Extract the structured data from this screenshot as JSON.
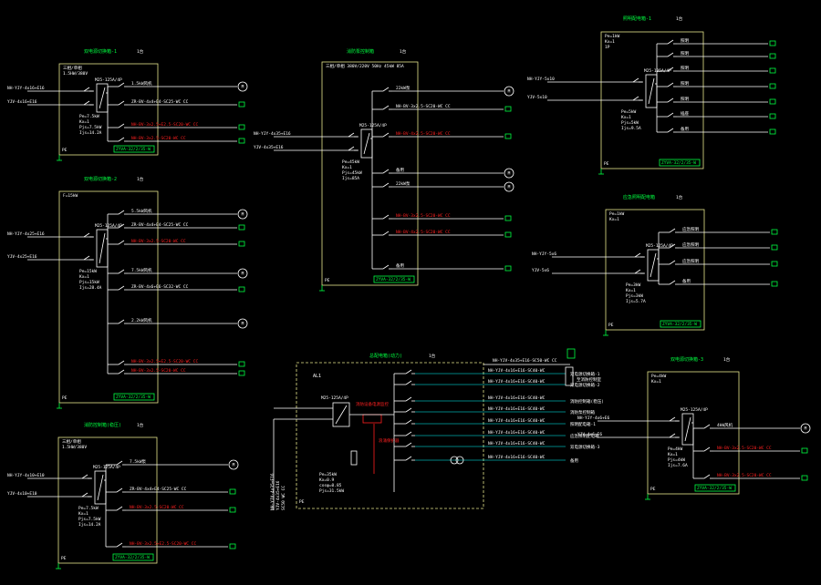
{
  "colors": {
    "background": "#000000",
    "frame": "#e6e68c",
    "wire": "#ffffff",
    "label": "#ffffff",
    "accent_red": "#ff2020",
    "accent_green": "#00ff40",
    "cyan": "#00ffff",
    "dashed_frame": "#e6e68c"
  },
  "panels": [
    {
      "id": "p1",
      "title": "双电源切换箱-1",
      "note": "1台",
      "model_lines": [
        "三相/单相",
        "1.5HW/380V"
      ],
      "rating": [
        "Pe=7.5kW",
        "Kx=1",
        "Pjs=7.5kW",
        "Ijs=14.2A"
      ],
      "breaker": "M25-125A/4P",
      "incoming": [
        "NH-YJY-4x16+E16",
        "YJV-4x16+E16"
      ],
      "outgoing": [
        {
          "label": "1.5kW风机",
          "red": false
        },
        {
          "label": "ZR-BV-4x4+E4-SC25-WC CC",
          "red": false
        },
        {
          "label": "NH-BV-3x2.5+E2.5-SC20-WC CC",
          "red": true
        },
        {
          "label": "NH-BV-3x2.5-SC20-WC CC",
          "red": true
        }
      ],
      "footer": "ZYVA-32/2/35-W",
      "pe": "PE"
    },
    {
      "id": "p2",
      "title": "双电源切换箱-2",
      "note": "1台",
      "model_lines": [
        "F=15kW"
      ],
      "rating": [
        "Pe=15kW",
        "Kx=1",
        "Pjs=15kW",
        "Ijs=28.4A"
      ],
      "breaker": "M25-125A/4P",
      "incoming": [
        "NH-YJY-4x25+E16",
        "YJV-4x25+E16"
      ],
      "outgoing": [
        {
          "label": "5.5kW风机",
          "red": false
        },
        {
          "label": "ZR-BV-4x4+E4-SC25-WC CC",
          "red": false
        },
        {
          "label": "NH-BV-3x2.5-SC20-WC CC",
          "red": true
        },
        {
          "label": "7.5kW风机",
          "red": false
        },
        {
          "label": "ZR-BV-4x6+E6-SC32-WC CC",
          "red": false
        },
        {
          "label": "2.2kW风机",
          "red": false
        },
        {
          "label": "NH-BV-3x2.5+E2.5-SC20-WC CC",
          "red": true
        },
        {
          "label": "NH-BV-3x2.5-SC20-WC CC",
          "red": true
        }
      ],
      "footer": "ZYVA-32/2/35-W",
      "pe": "PE"
    },
    {
      "id": "p3",
      "title": "消防控制箱(稳压)",
      "note": "1台",
      "model_lines": [
        "三相/单相",
        "1.5HW/380V"
      ],
      "rating": [
        "Pe=7.5kW",
        "Kx=1",
        "Pjs=7.5kW",
        "Ijs=14.2A"
      ],
      "breaker": "M25-125A/4P",
      "incoming": [
        "NH-YJY-4x10+E10",
        "YJV-4x10+E10"
      ],
      "outgoing": [
        {
          "label": "7.5kW泵",
          "red": false
        },
        {
          "label": "ZR-BV-4x4+E4-SC25-WC CC",
          "red": false
        },
        {
          "label": "NH-BV-3x2.5-SC20-WC CC",
          "red": true
        },
        {
          "label": "NH-BV-3x2.5+E2.5-SC20-WC CC",
          "red": true
        }
      ],
      "footer": "ZYVA-32/2/35-W",
      "pe": "PE"
    },
    {
      "id": "p4",
      "title": "消防泵控制箱",
      "note": "1台",
      "model_lines": [
        "三相/单相 380V/220V 50Hz 45kW 85A"
      ],
      "rating": [
        "Pe=45kW",
        "Kx=1",
        "Pjs=45kW",
        "Ijs=85A"
      ],
      "breaker": "M25-125A/4P",
      "incoming": [
        "NH-YJY-4x35+E16",
        "YJV-4x35+E16"
      ],
      "outgoing": [
        {
          "label": "22kW泵",
          "red": false
        },
        {
          "label": "NH-BV-3x2.5-SC20-WC CC",
          "red": false
        },
        {
          "label": "NH-BV-4x2.5-SC20-WC CC",
          "red": true
        },
        {
          "label": "备用",
          "red": false
        },
        {
          "label": "22kW泵",
          "red": false
        },
        {
          "label": "NH-BV-3x2.5-SC20-WC CC",
          "red": true
        },
        {
          "label": "NH-BV-4x2.5-SC20-WC CC",
          "red": true
        },
        {
          "label": "备用",
          "red": false
        }
      ],
      "footer": "ZYVA-32/2/35-W",
      "pe": "PE"
    },
    {
      "id": "p5",
      "title": "照明配电箱-1",
      "note": "1台",
      "model_lines": [
        "Pe=1kW",
        "Kx=1",
        "1P"
      ],
      "rating": [
        "Pe=5kW",
        "Kx=1",
        "Pjs=5kW",
        "Ijs=9.5A"
      ],
      "breaker": "M25-125A/4P",
      "incoming": [
        "NH-YJY-5x10",
        "YJV-5x10"
      ],
      "outgoing": [
        {
          "label": "照明",
          "red": false
        },
        {
          "label": "照明",
          "red": false
        },
        {
          "label": "照明",
          "red": false
        },
        {
          "label": "照明",
          "red": false
        },
        {
          "label": "照明",
          "red": false
        },
        {
          "label": "插座",
          "red": false
        },
        {
          "label": "备用",
          "red": false
        }
      ],
      "footer": "ZYVA-32/2/35-W",
      "pe": "PE"
    },
    {
      "id": "p6",
      "title": "应急照明配电箱",
      "note": "1台",
      "model_lines": [
        "Pe=1kW",
        "Kx=1"
      ],
      "rating": [
        "Pe=3kW",
        "Kx=1",
        "Pjs=3kW",
        "Ijs=5.7A"
      ],
      "breaker": "M25-125A/4P",
      "incoming": [
        "NH-YJY-5x6",
        "YJV-5x6"
      ],
      "outgoing": [
        {
          "label": "应急照明",
          "red": false
        },
        {
          "label": "应急照明",
          "red": false
        },
        {
          "label": "应急照明",
          "red": false
        },
        {
          "label": "备用",
          "red": false
        }
      ],
      "footer": "ZYVA-32/2/35-W",
      "pe": "PE"
    },
    {
      "id": "p7",
      "title": "双电源切换箱-3",
      "note": "1台",
      "model_lines": [
        "Pe=4kW",
        "Kx=1"
      ],
      "rating": [
        "Pe=4kW",
        "Kx=1",
        "Pjs=4kW",
        "Ijs=7.6A"
      ],
      "breaker": "M25-125A/4P",
      "incoming": [
        "NH-YJY-4x6+E6",
        "YJV-4x6+E6"
      ],
      "outgoing": [
        {
          "label": "4kW风机",
          "red": false
        },
        {
          "label": "NH-BV-3x2.5-SC20-WC CC",
          "red": true
        },
        {
          "label": "NH-BV-3x2.5-SC20-WC CC",
          "red": true
        }
      ],
      "footer": "ZYVA-32/2/35-W",
      "pe": "PE"
    }
  ],
  "main_panel": {
    "title": "总配电箱(动力)",
    "note": "1台",
    "box_id": "AL1",
    "breaker": "M25-125A/4P",
    "incoming": [
      "NH-YJV-4x35+E16",
      "YJV-4x35+E16",
      "SC50 WC CC"
    ],
    "meter": "消防设备电源监控",
    "spd": "浪涌保护器",
    "rating": [
      "Pe=35kW",
      "Kx=0.9",
      "cosφ=0.85",
      "Pjs=31.5kW"
    ],
    "right_feed": "NH-YJV-4x35+E16-SC50-WC CC",
    "right_device": "至消防控制室",
    "outgoing": [
      {
        "label": "双电源切换箱-1"
      },
      {
        "label": "双电源切换箱-2"
      },
      {
        "label": "消防控制箱(稳压)"
      },
      {
        "label": "消防泵控制箱"
      },
      {
        "label": "照明配电箱-1"
      },
      {
        "label": "应急照明配电箱"
      },
      {
        "label": "双电源切换箱-3"
      },
      {
        "label": "备用"
      }
    ],
    "pe": "PE"
  }
}
